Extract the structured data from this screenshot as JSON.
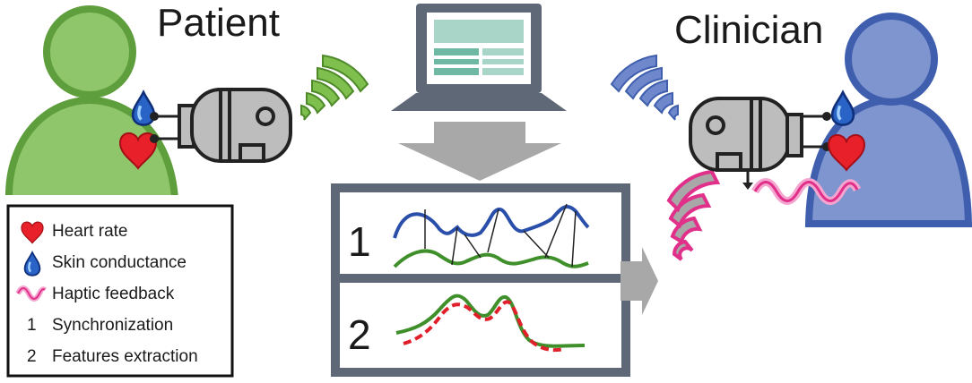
{
  "patient": {
    "label": "Patient",
    "color": "#5f9e3c",
    "fill": "#8fc66b"
  },
  "clinician": {
    "label": "Clinician",
    "color": "#3f5fae",
    "fill": "#7f95d0"
  },
  "legend": {
    "items": [
      {
        "icon": "heart-icon",
        "label": "Heart rate"
      },
      {
        "icon": "drop-icon",
        "label": "Skin conductance"
      },
      {
        "icon": "wave-icon",
        "label": "Haptic feedback"
      },
      {
        "number": "1",
        "label": "Synchronization"
      },
      {
        "number": "2",
        "label": "Features extraction"
      }
    ]
  },
  "processing": {
    "steps": [
      {
        "number": "1"
      },
      {
        "number": "2"
      }
    ]
  },
  "colors": {
    "heart": "#e8202a",
    "drop": "#2a63c6",
    "haptic": "#e0308a",
    "wifi_green": "#7fbf4e",
    "wifi_blue": "#6f88cc",
    "device": "#bdbdbd",
    "frame": "#5f6877",
    "arrow": "#a8a8a8",
    "signal_blue": "#2a4faa",
    "signal_green": "#3f8f2a",
    "signal_red": "#e0202a"
  }
}
